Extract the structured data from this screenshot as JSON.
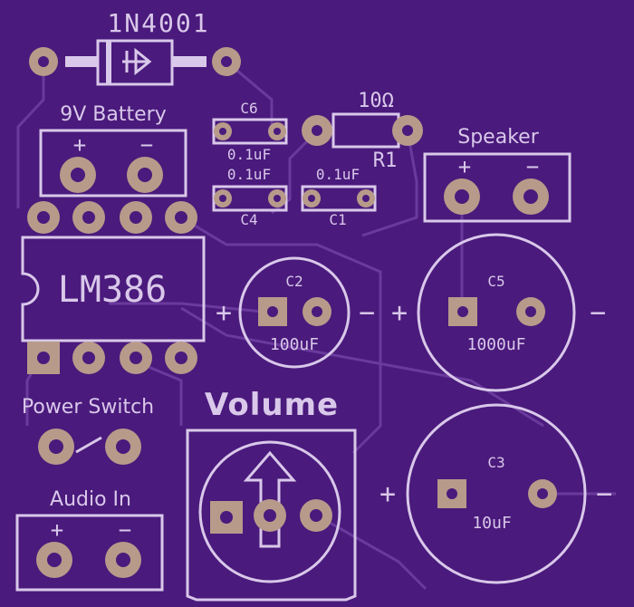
{
  "board": {
    "background": "#4a1a7c",
    "silkscreen": "#d9c8ea",
    "copper": "#b89a8a",
    "trace": "#6a3a9c"
  },
  "diode": {
    "part": "1N4001"
  },
  "battery": {
    "label": "9V Battery",
    "plus": "+",
    "minus": "−"
  },
  "c6": {
    "ref": "C6",
    "value": "0.1uF"
  },
  "c4": {
    "ref": "C4",
    "value": "0.1uF"
  },
  "c1": {
    "ref": "C1",
    "value": "0.1uF"
  },
  "r1": {
    "ref": "R1",
    "value": "10Ω"
  },
  "speaker": {
    "label": "Speaker",
    "plus": "+",
    "minus": "−"
  },
  "ic": {
    "part": "LM386"
  },
  "c2": {
    "ref": "C2",
    "value": "100uF",
    "plus": "+",
    "minus": "−"
  },
  "c5": {
    "ref": "C5",
    "value": "1000uF",
    "plus": "+",
    "minus": "−"
  },
  "c3": {
    "ref": "C3",
    "value": "10uF",
    "plus": "+",
    "minus": "−"
  },
  "power_switch": {
    "label": "Power Switch"
  },
  "audio_in": {
    "label": "Audio In",
    "plus": "+",
    "minus": "−"
  },
  "volume": {
    "label": "Volume"
  }
}
